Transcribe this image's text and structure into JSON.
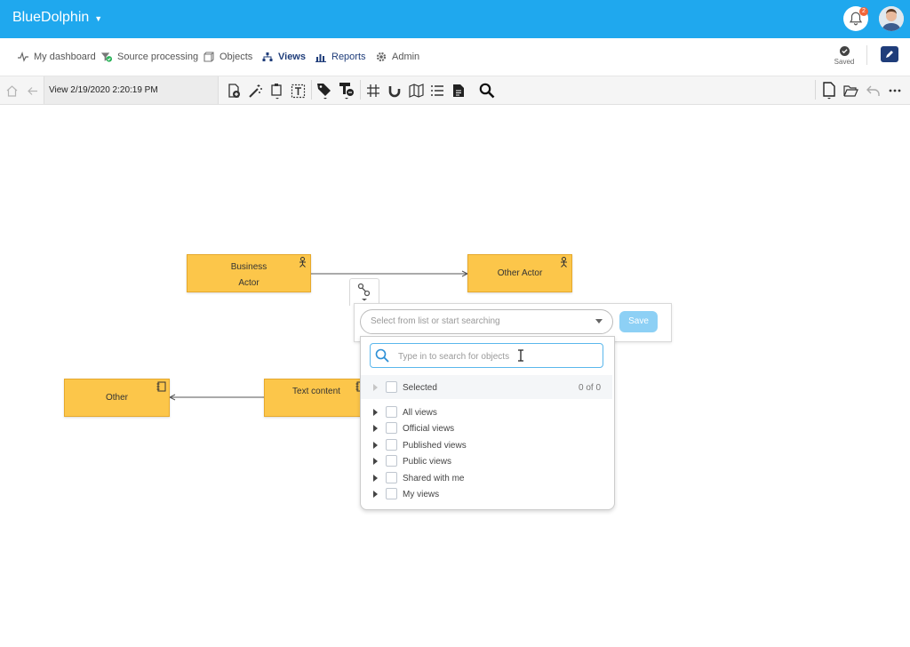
{
  "app": {
    "brand": "BlueDolphin",
    "notifications": "2"
  },
  "nav": {
    "items": [
      {
        "label": "My dashboard"
      },
      {
        "label": "Source processing"
      },
      {
        "label": "Objects"
      },
      {
        "label": "Views"
      },
      {
        "label": "Reports"
      },
      {
        "label": "Admin"
      }
    ],
    "active": "Views",
    "saved_label": "Saved"
  },
  "toolbar": {
    "view_title": "View 2/19/2020 2:20:19 PM"
  },
  "canvas": {
    "nodes": {
      "business_actor": "Business Actor",
      "other_actor": "Other Actor",
      "other": "Other",
      "text_content": "Text content"
    }
  },
  "connector_popup": {
    "select_placeholder": "Select from list or start searching",
    "save_label": "Save",
    "search_placeholder": "Type in to search for objects",
    "selected_label": "Selected",
    "selected_count": "0 of 0",
    "tree_items": [
      {
        "label": "All views"
      },
      {
        "label": "Official views"
      },
      {
        "label": "Published views"
      },
      {
        "label": "Public views"
      },
      {
        "label": "Shared with me"
      },
      {
        "label": "My views"
      }
    ]
  },
  "colors": {
    "topbar": "#1fa8ee",
    "nav_active": "#1f3d7a",
    "node_fill": "#fcc64a",
    "save_button": "#8dd0f5",
    "search_border": "#5bb7ec"
  }
}
